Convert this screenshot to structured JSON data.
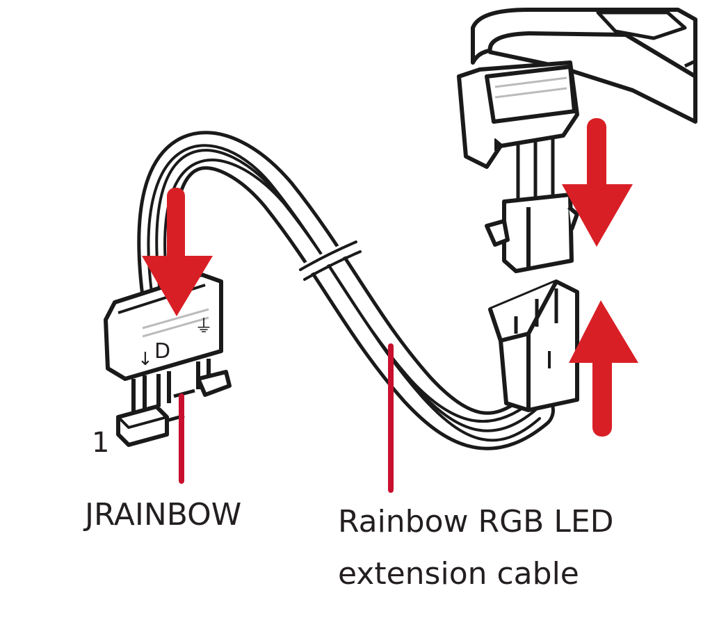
{
  "pin_number": "1",
  "labels": {
    "header": "JRAINBOW",
    "cable_line1": "Rainbow RGB LED",
    "cable_line2": "extension cable"
  },
  "header_pin_marks": {
    "left": "↓",
    "center": "D",
    "right": "⏚"
  },
  "colors": {
    "arrow": "#d91f26",
    "leader": "#c8102e",
    "outline": "#1a1a1a",
    "text": "#231f20"
  },
  "icons": [
    "arrow-down-icon",
    "arrow-up-icon"
  ]
}
